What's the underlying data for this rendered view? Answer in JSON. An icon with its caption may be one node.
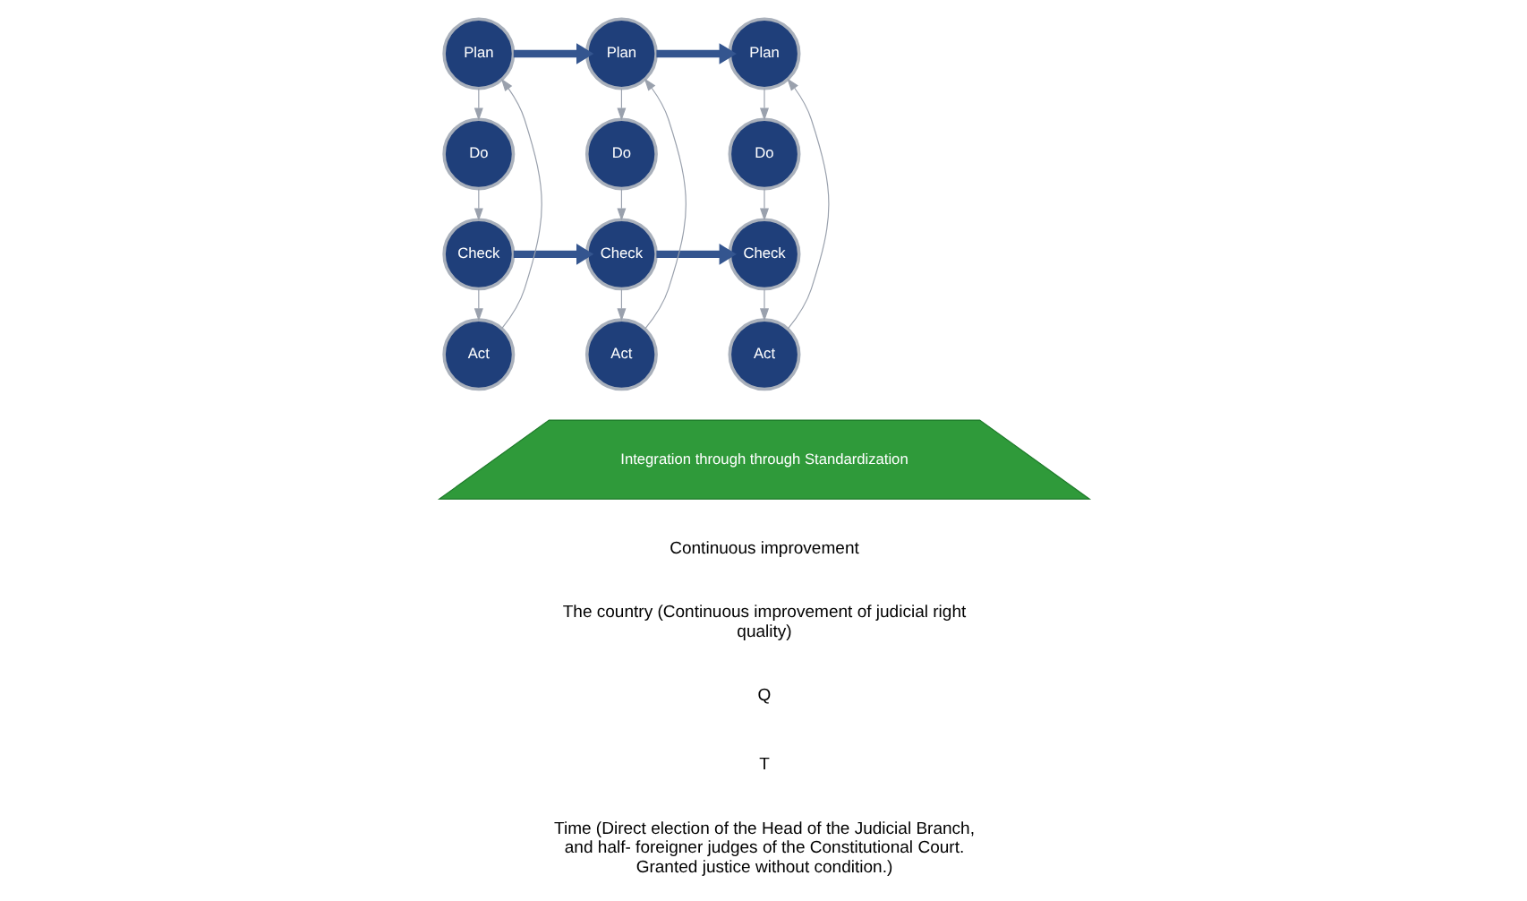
{
  "diagram": {
    "nodes": [
      {
        "text": [
          "Plan"
        ]
      },
      {
        "text": [
          "Do"
        ]
      },
      {
        "text": [
          "Check"
        ]
      },
      {
        "text": [
          "Act"
        ]
      },
      {
        "text": [
          "Plan"
        ]
      },
      {
        "text": [
          "Do"
        ]
      },
      {
        "text": [
          "Check"
        ]
      },
      {
        "text": [
          "Act"
        ]
      },
      {
        "text": [
          "Plan"
        ]
      },
      {
        "text": [
          "Do"
        ]
      },
      {
        "text": [
          "Check"
        ]
      },
      {
        "text": [
          "Act"
        ]
      },
      {
        "text": [
          "Integration through through Standardization"
        ]
      }
    ],
    "edges": [
      {
        "from": 0,
        "to": 1,
        "arrow": "to"
      },
      {
        "from": 1,
        "to": 2,
        "arrow": "to"
      },
      {
        "from": 2,
        "to": 3,
        "arrow": "to"
      },
      {
        "from": 3,
        "to": 0,
        "arrow": "to"
      },
      {
        "from": 4,
        "to": 5,
        "arrow": "to"
      },
      {
        "from": 5,
        "to": 6,
        "arrow": "to"
      },
      {
        "from": 6,
        "to": 7,
        "arrow": "to"
      },
      {
        "from": 7,
        "to": 4,
        "arrow": "to"
      },
      {
        "from": 8,
        "to": 9,
        "arrow": "to"
      },
      {
        "from": 9,
        "to": 10,
        "arrow": "to"
      },
      {
        "from": 10,
        "to": 11,
        "arrow": "to"
      },
      {
        "from": 11,
        "to": 8,
        "arrow": "to"
      },
      {
        "from": 0,
        "to": 4,
        "arrow": "to",
        "style": "thick",
        "color": "#34558f"
      },
      {
        "from": 4,
        "to": 8,
        "arrow": "to",
        "style": "thick",
        "color": "#34558f"
      },
      {
        "from": 2,
        "to": 6,
        "arrow": "to",
        "style": "thick",
        "color": "#34558f"
      },
      {
        "from": 6,
        "to": 10,
        "arrow": "to",
        "style": "thick",
        "color": "#34558f"
      }
    ],
    "labels": [
      "Continuous improvement",
      "The country (Continuous improvement of judicial right quality)",
      "Q",
      "T",
      "Time (Direct election of the Head of the Judicial Branch, and half- foreigner judges of the Constitutional Court. Granted justice without condition.)"
    ]
  }
}
